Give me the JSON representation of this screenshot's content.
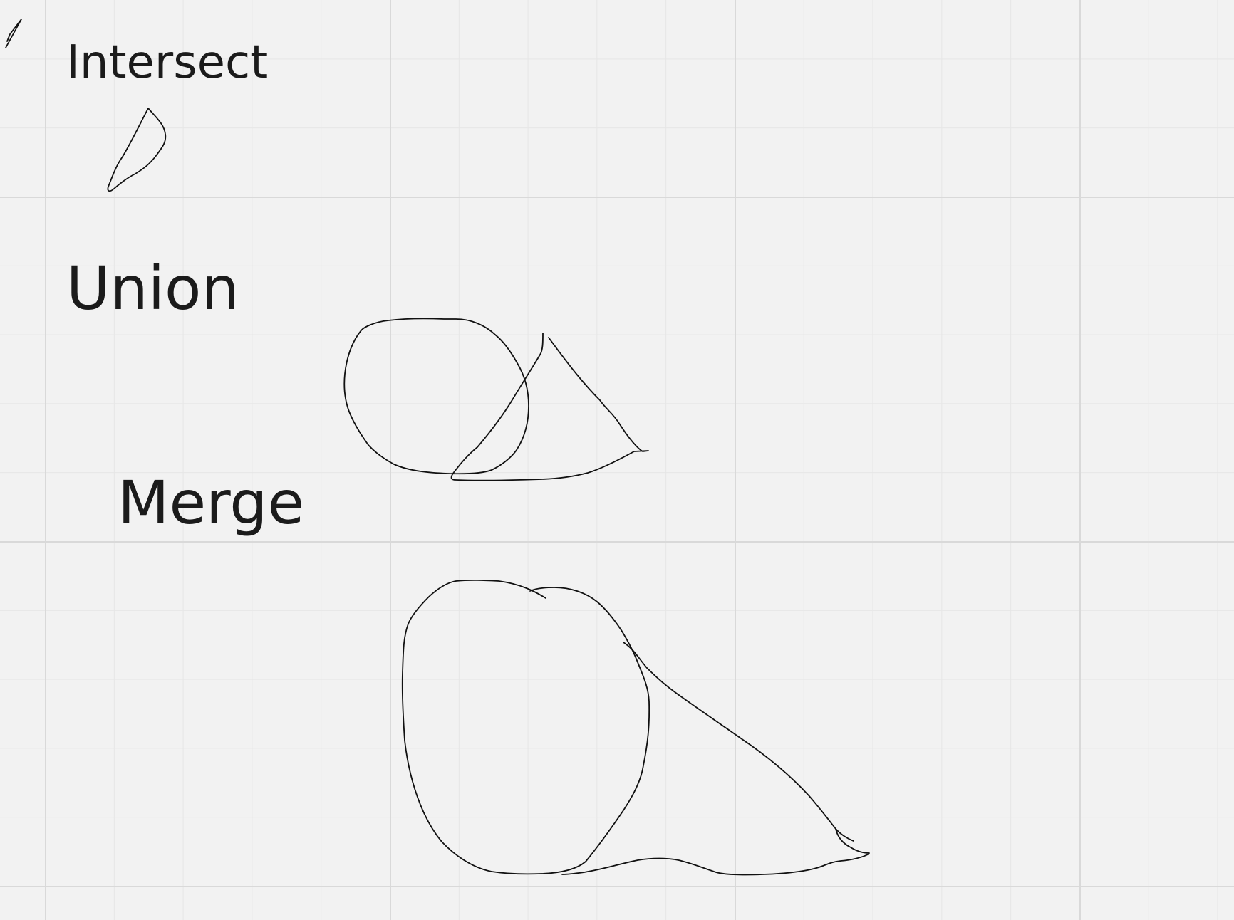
{
  "canvas": {
    "background_color": "#f2f2f2",
    "grid_color": "#d9d9d9",
    "ink_color": "#111111"
  },
  "labels": {
    "intersect": "Intersect",
    "union": "Union",
    "merge": "Merge"
  }
}
